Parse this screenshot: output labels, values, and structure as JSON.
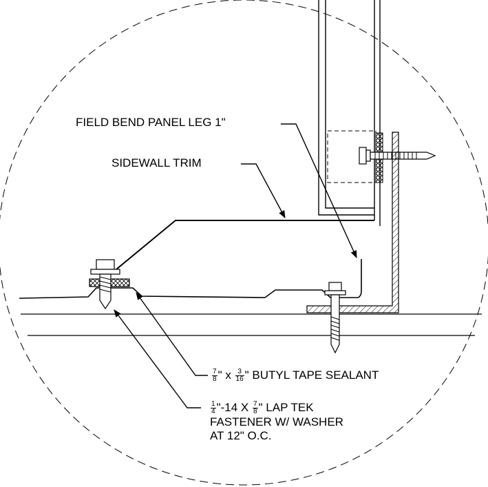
{
  "labels": {
    "field_bend": "FIELD BEND PANEL LEG 1\"",
    "sidewall_trim": "SIDEWALL TRIM",
    "butyl": {
      "w_num": "7",
      "w_den": "8",
      "mid": "\" x ",
      "t_num": "3",
      "t_den": "16",
      "rest": "\" BUTYL TAPE SEALANT"
    },
    "fastener": {
      "d_num": "1",
      "d_den": "4",
      "mid": "\"-14 X ",
      "l_num": "7",
      "l_den": "8",
      "rest": "\" LAP TEK",
      "line2": "FASTENER W/ WASHER",
      "line3": "AT 12\" O.C."
    }
  },
  "colors": {
    "line": "#000000",
    "background": "#ffffff"
  }
}
